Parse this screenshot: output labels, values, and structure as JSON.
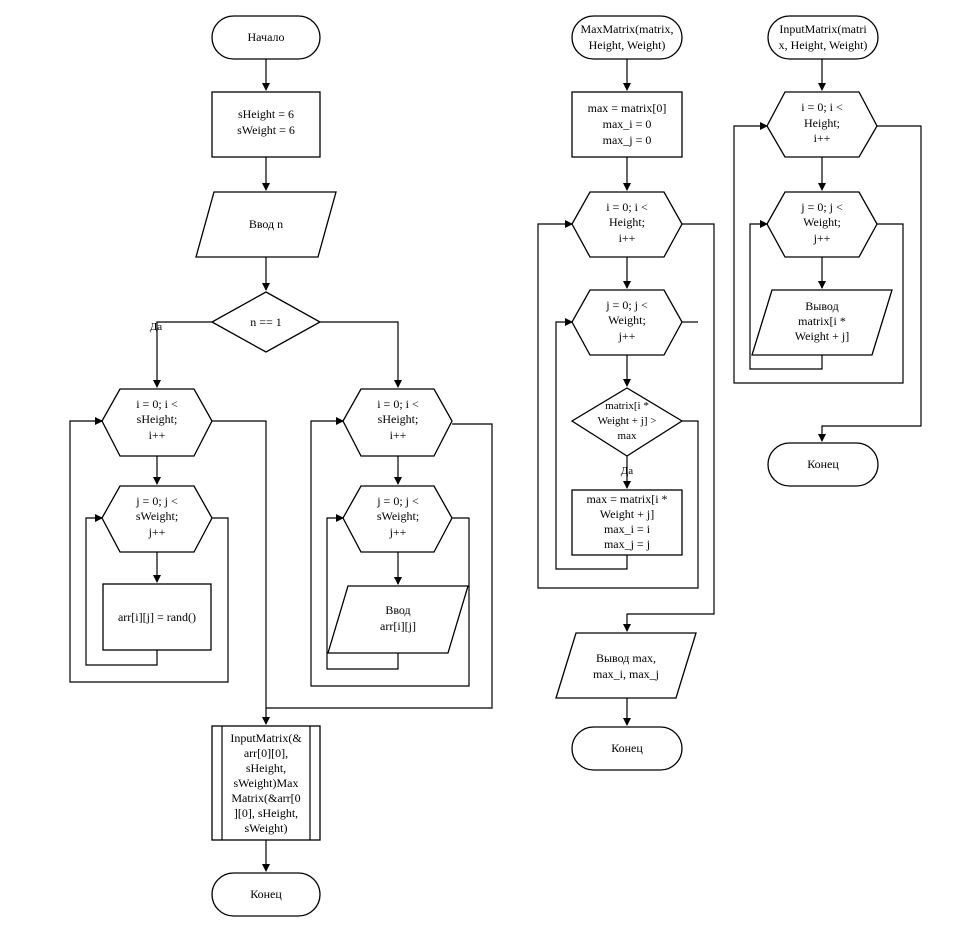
{
  "main": {
    "start": "Начало",
    "init": [
      "sHeight = 6",
      "sWeight = 6"
    ],
    "input_n": "Ввод n",
    "condition": "n == 1",
    "yes_label": "Да",
    "left_outer_loop": [
      "i = 0; i <",
      "sHeight;",
      "i++"
    ],
    "left_inner_loop": [
      "j = 0; j <",
      "sWeight;",
      "j++"
    ],
    "rand_assign": "arr[i][j] = rand()",
    "right_outer_loop": [
      "i = 0; i <",
      "sHeight;",
      "i++"
    ],
    "right_inner_loop": [
      "j = 0; j <",
      "sWeight;",
      "j++"
    ],
    "input_arr": [
      "Ввод",
      "arr[i][j]"
    ],
    "call": [
      "InputMatrix(&",
      "arr[0][0],",
      "sHeight,",
      "sWeight)Max",
      "Matrix(&arr[0",
      "][0], sHeight,",
      "sWeight)"
    ],
    "end": "Конец"
  },
  "maxmatrix": {
    "header": [
      "MaxMatrix(matrix,",
      "Height, Weight)"
    ],
    "init": [
      "max = matrix[0]",
      "max_i = 0",
      "max_j = 0"
    ],
    "outer_loop": [
      "i = 0; i <",
      "Height;",
      "i++"
    ],
    "inner_loop": [
      "j = 0; j <",
      "Weight;",
      "j++"
    ],
    "condition": [
      "matrix[i *",
      "Weight + j] >",
      "max"
    ],
    "yes_label": "Да",
    "assign": [
      "max = matrix[i *",
      "Weight + j]",
      "max_i = i",
      "max_j = j"
    ],
    "output": [
      "Вывод max,",
      "max_i, max_j"
    ],
    "end": "Конец"
  },
  "inputmatrix": {
    "header": [
      "InputMatrix(matri",
      "x, Height, Weight)"
    ],
    "outer_loop": [
      "i = 0; i <",
      "Height;",
      "i++"
    ],
    "inner_loop": [
      "j = 0; j <",
      "Weight;",
      "j++"
    ],
    "output": [
      "Вывод",
      "matrix[i *",
      "Weight + j]"
    ],
    "end": "Конец"
  }
}
